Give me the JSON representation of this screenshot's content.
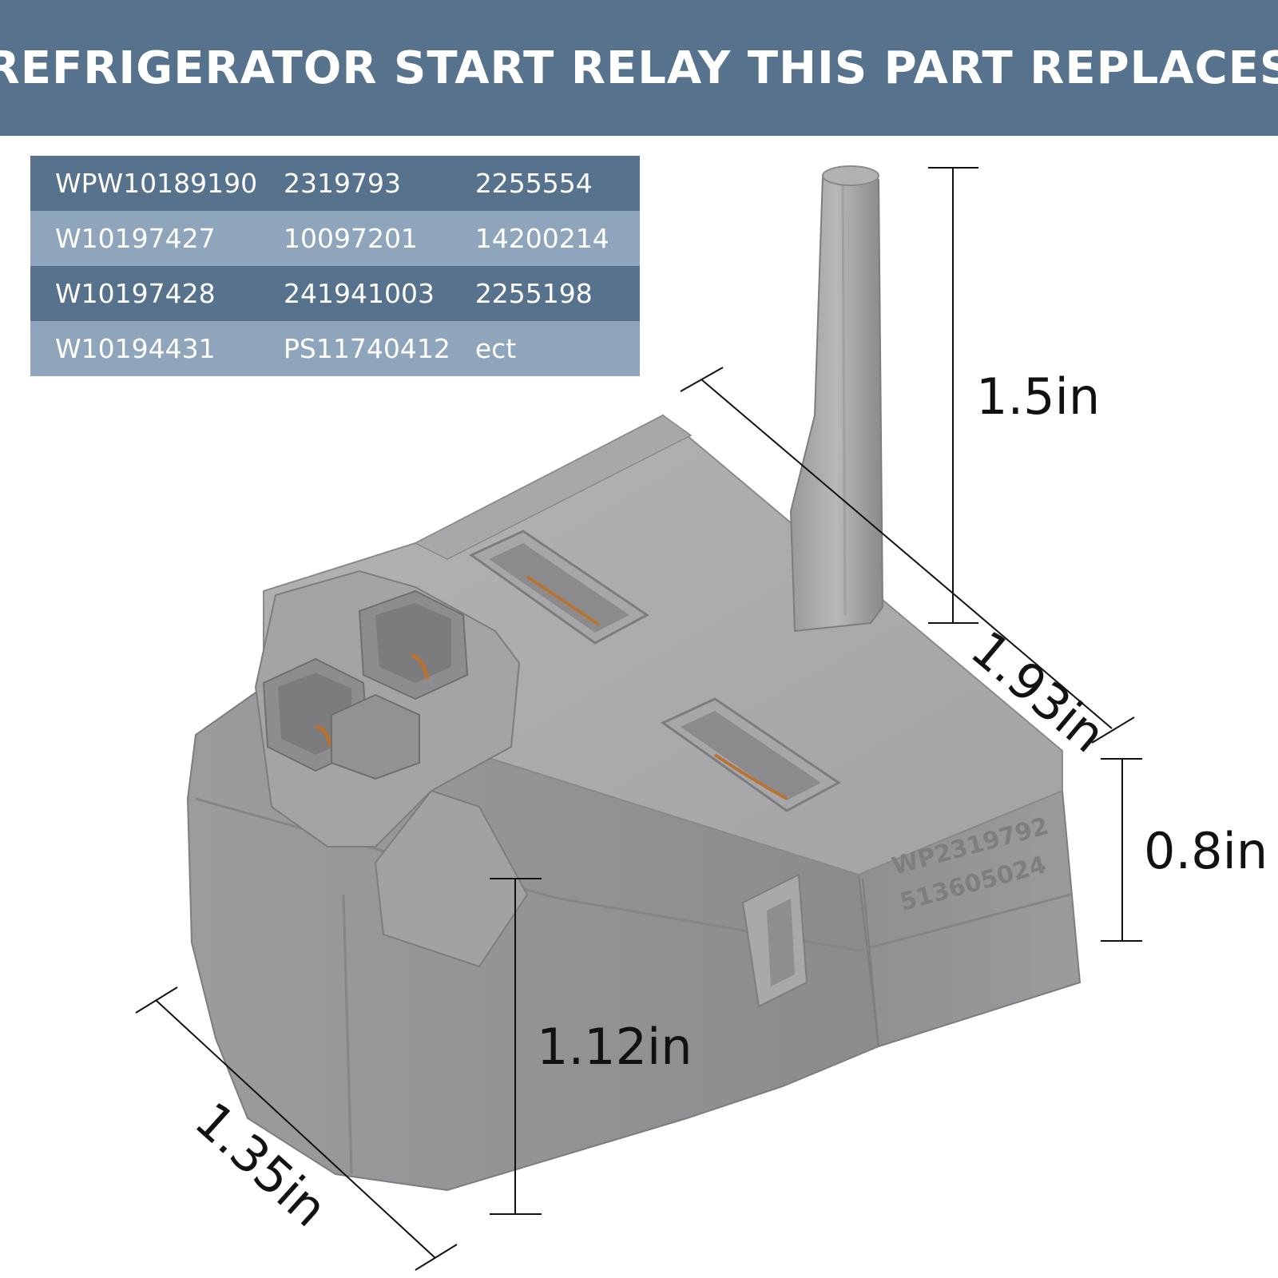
{
  "header": {
    "title": "REFRIGERATOR START RELAY THIS PART REPLACES",
    "background": "#56728c"
  },
  "parts_table": {
    "rows": [
      [
        "WPW10189190",
        "2319793",
        "2255554"
      ],
      [
        "W10197427",
        "10097201",
        "14200214"
      ],
      [
        "W10197428",
        "241941003",
        "2255198"
      ],
      [
        "W10194431",
        "PS11740412",
        "ect"
      ]
    ],
    "row_colors": [
      "#56728c",
      "#8ea5bb"
    ]
  },
  "product": {
    "body_color": "#9a9a9c",
    "stamp_line1": "WP2319792",
    "stamp_line2": "513605024"
  },
  "dimensions": {
    "height": "1.5in",
    "length": "1.93in",
    "depth": "0.8in",
    "body_height": "1.12in",
    "width": "1.35in"
  }
}
